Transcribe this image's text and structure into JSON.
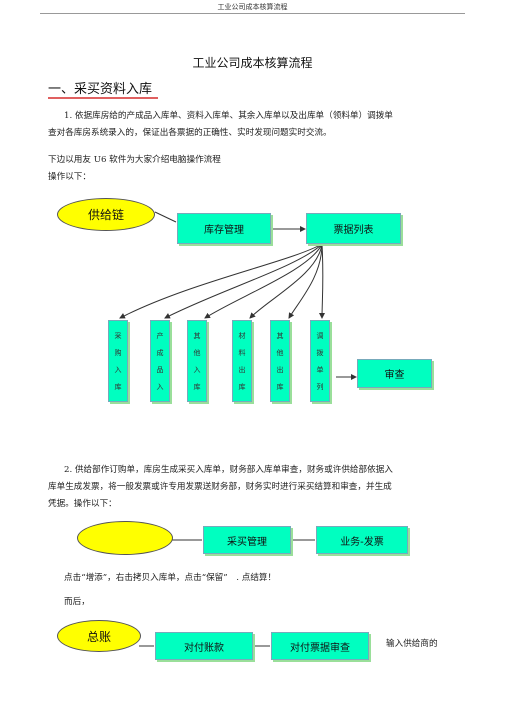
{
  "page_header": "工业公司成本核算流程",
  "doc_title": "工业公司成本核算流程",
  "section1": {
    "heading": "一、采买资料入库",
    "p1_line1": "1. 依据库房给的产成品入库单、资料入库单、其余入库单以及出库单（领料单）调拨单",
    "p1_line2": "查对各库房系统录入的，保证出各票据的正确性、实时发现问题实时交流。",
    "intro_line1": "下边以用友 U6 软件为大家介绍电脑操作流程",
    "intro_line2": "操作以下："
  },
  "flow1": {
    "ellipse": "供给链",
    "box_stock": "库存管理",
    "box_bills": "票据列表",
    "columns": [
      [
        "采",
        "购",
        "入",
        "库"
      ],
      [
        "产",
        "成",
        "品",
        "入"
      ],
      [
        "其",
        "他",
        "入",
        "库"
      ],
      [
        "材",
        "料",
        "出",
        "库"
      ],
      [
        "其",
        "他",
        "出",
        "库"
      ],
      [
        "调",
        "拨",
        "单",
        "列"
      ]
    ],
    "box_audit": "审查"
  },
  "section2": {
    "p2_line1": "2. 供给部作订购单，库房生成采买入库单，财务部入库单审查，财务或许供给部依据入",
    "p2_line2": "库单生成发票，将一般发票或许专用发票送财务部，财务实时进行采买结算和审查，并生成",
    "p2_line3": "凭据。操作以下："
  },
  "flow2": {
    "ellipse": "",
    "box_purchase": "采买管理",
    "box_invoice": "业务-发票"
  },
  "step_text": "点击“增添”，右击拷贝入库单，点击“保留”　. 点结算！",
  "then_text": "而后，",
  "flow3": {
    "ellipse": "总账",
    "box_pay": "对付账款",
    "box_paybill": "对付票据审查",
    "note": "输入供给商的"
  },
  "colors": {
    "ellipse_fill": "#ffff00",
    "box_fill": "#00ffc0",
    "heading_underline": "#e06060"
  }
}
